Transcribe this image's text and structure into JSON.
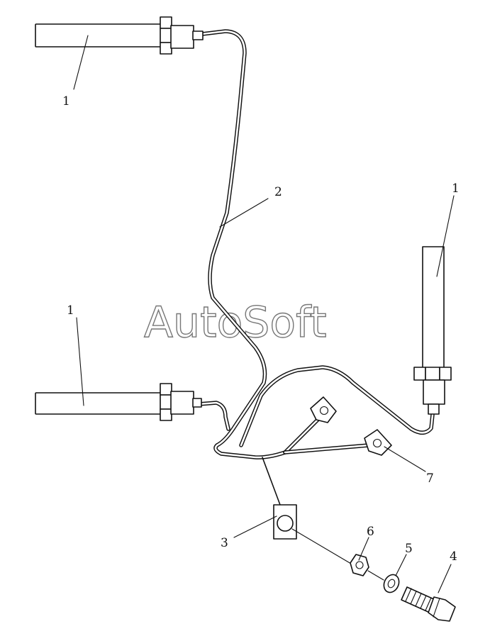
{
  "watermark": "AutoSoft",
  "callouts": {
    "injector_top_left": "1",
    "injector_mid_left": "1",
    "injector_right": "1",
    "fuel_pipe": "2",
    "clamp": "3",
    "bolt": "4",
    "washer": "5",
    "nut": "6",
    "bracket": "7"
  }
}
